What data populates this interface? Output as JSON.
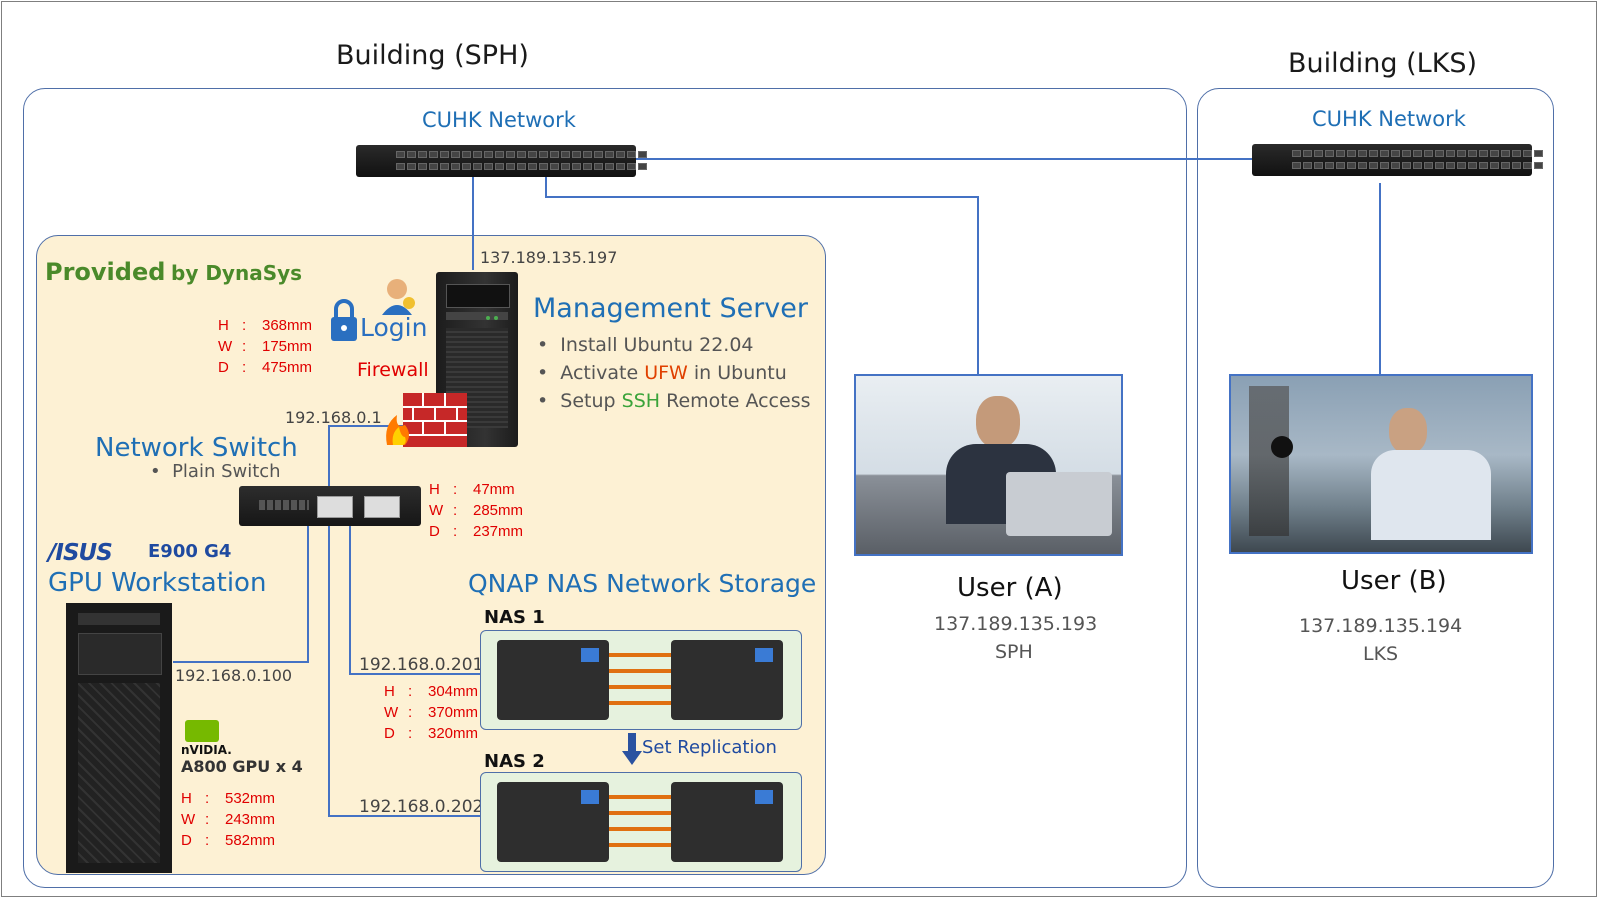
{
  "buildings": {
    "sph": {
      "title": "Building (SPH)",
      "network_label": "CUHK Network"
    },
    "lks": {
      "title": "Building (LKS)",
      "network_label": "CUHK Network"
    }
  },
  "provided": {
    "word1": "Provided",
    "word2": "by DynaSys"
  },
  "mgmt": {
    "ip": "137.189.135.197",
    "title": "Management Server",
    "b1": "Install Ubuntu 22.04",
    "b2_pre": "Activate ",
    "b2_hl": "UFW",
    "b2_post": " in Ubuntu",
    "b3_pre": "Setup ",
    "b3_hl": "SSH",
    "b3_post": " Remote Access",
    "dims": {
      "h": "368mm",
      "w": "175mm",
      "d": "475mm"
    },
    "login": "Login",
    "firewall": "Firewall",
    "lan_ip": "192.168.0.1"
  },
  "switch": {
    "title": "Network Switch",
    "bullet": "Plain Switch",
    "dims": {
      "h": "47mm",
      "w": "285mm",
      "d": "237mm"
    }
  },
  "gpu": {
    "brand": "/ISUS",
    "model": "E900 G4",
    "title": "GPU Workstation",
    "ip": "192.168.0.100",
    "nvidia": "nVIDIA.",
    "gpu_label": "A800 GPU x 4",
    "dims": {
      "h": "532mm",
      "w": "243mm",
      "d": "582mm"
    }
  },
  "nas": {
    "title": "QNAP NAS Network Storage",
    "nas1": "NAS 1",
    "nas1_ip": "192.168.0.201",
    "nas2": "NAS 2",
    "nas2_ip": "192.168.0.202",
    "replication": "Set Replication",
    "dims": {
      "h": "304mm",
      "w": "370mm",
      "d": "320mm"
    }
  },
  "dim_keys": {
    "h": "H",
    "w": "W",
    "d": "D",
    "sep": ":"
  },
  "users": {
    "a": {
      "name": "User (A)",
      "ip": "137.189.135.193",
      "site": "SPH"
    },
    "b": {
      "name": "User (B)",
      "ip": "137.189.135.194",
      "site": "LKS"
    }
  },
  "colors": {
    "line": "#4472c4",
    "region_border": "#4f6fa8",
    "provided_bg": "#fdf1d4",
    "title_blue": "#1f6fb5",
    "dim_red": "#e00000",
    "provided_green": "#4a8a2a",
    "nas_link": "#e07010"
  }
}
